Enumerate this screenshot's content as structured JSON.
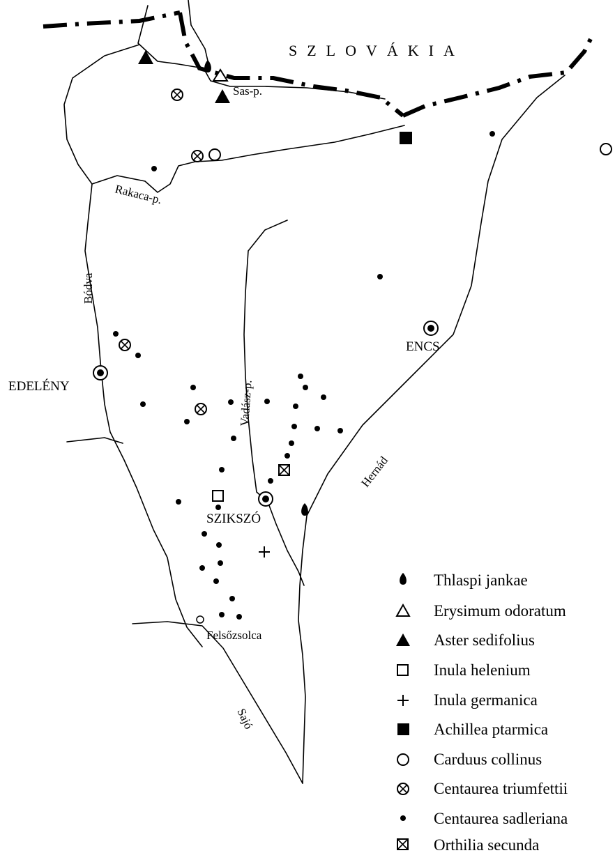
{
  "map": {
    "country_label": "SZLOVÁKIA",
    "towns": {
      "edeleny": "EDELÉNY",
      "encs": "ENCS",
      "szikszo": "SZIKSZÓ",
      "felsozsolca": "Felsőzsolca"
    },
    "rivers": {
      "bodva": "Bódva",
      "rakaca": "Rakaca-p.",
      "vadasz": "Vadász-p.",
      "hernad": "Hernád",
      "sajo": "Sajó",
      "sas": "Sas-p."
    }
  },
  "legend": {
    "items": [
      {
        "icon": "thlaspi-icon",
        "label": "Thlaspi jankae"
      },
      {
        "icon": "erysimum-icon",
        "label": "Erysimum odoratum"
      },
      {
        "icon": "aster-icon",
        "label": "Aster sedifolius"
      },
      {
        "icon": "inula-helenium-icon",
        "label": "Inula helenium"
      },
      {
        "icon": "inula-germanica-icon",
        "label": "Inula germanica"
      },
      {
        "icon": "achillea-icon",
        "label": "Achillea ptarmica"
      },
      {
        "icon": "carduus-icon",
        "label": "Carduus collinus"
      },
      {
        "icon": "centaurea-triumfettii-icon",
        "label": "Centaurea triumfettii"
      },
      {
        "icon": "centaurea-sadleriana-icon",
        "label": "Centaurea sadleriana"
      },
      {
        "icon": "orthilia-icon",
        "label": "Orthilia secunda"
      }
    ]
  }
}
